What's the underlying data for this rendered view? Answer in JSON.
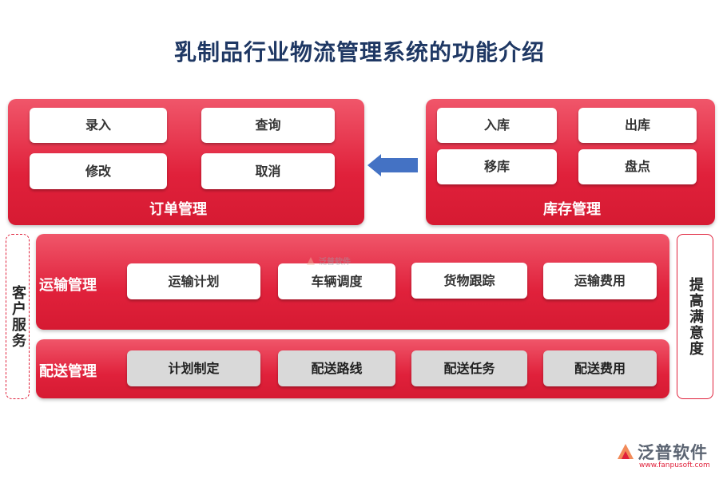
{
  "title": "乳制品行业物流管理系统的功能介绍",
  "order_panel": {
    "label": "订单管理",
    "items": [
      "录入",
      "查询",
      "修改",
      "取消"
    ]
  },
  "inventory_panel": {
    "label": "库存管理",
    "items": [
      "入库",
      "出库",
      "移库",
      "盘点"
    ]
  },
  "transport_panel": {
    "label": "运输管理",
    "items": [
      "运输计划",
      "车辆调度",
      "货物跟踪",
      "运输费用"
    ]
  },
  "delivery_panel": {
    "label": "配送管理",
    "items": [
      "计划制定",
      "配送路线",
      "配送任务",
      "配送费用"
    ]
  },
  "customer_service": "客户服务",
  "satisfaction": "提高满意度",
  "watermark": "泛普软件",
  "logo": {
    "name": "泛普软件",
    "url": "www.fanpusoft.com"
  },
  "colors": {
    "panel_red": "#e0213b",
    "title_navy": "#1f3864",
    "arrow_blue": "#4472c4"
  }
}
